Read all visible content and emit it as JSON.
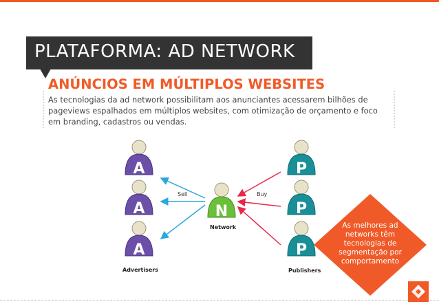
{
  "page": {
    "title": "PLATAFORMA: AD NETWORK",
    "subtitle": "ANÚNCIOS EM MÚLTIPLOS WEBSITES",
    "description": "As tecnologias da ad network possibilitam aos anunciantes acessarem bilhões de pageviews espalhados em múltiplos websites, com otimização de orçamento e foco em branding, cadastros ou vendas."
  },
  "diagram": {
    "advertiser_letter": "A",
    "network_letter": "N",
    "publisher_letter": "P",
    "sell_label": "Sell",
    "buy_label": "Buy",
    "network_label": "Network",
    "advertisers_label": "Advertisers",
    "publishers_label": "Publishers"
  },
  "callout": {
    "text": "As melhores ad networks têm tecnologias de segmentação por comportamento"
  },
  "colors": {
    "accent": "#f05a28",
    "title_bg": "#333333",
    "advertiser": "#6b4fa8",
    "network": "#6bbf3a",
    "publisher": "#1a8f98",
    "arrow_blue": "#29a8dc",
    "arrow_red": "#e8284a"
  },
  "icons": {
    "logo": "orange-box-logo-icon"
  }
}
